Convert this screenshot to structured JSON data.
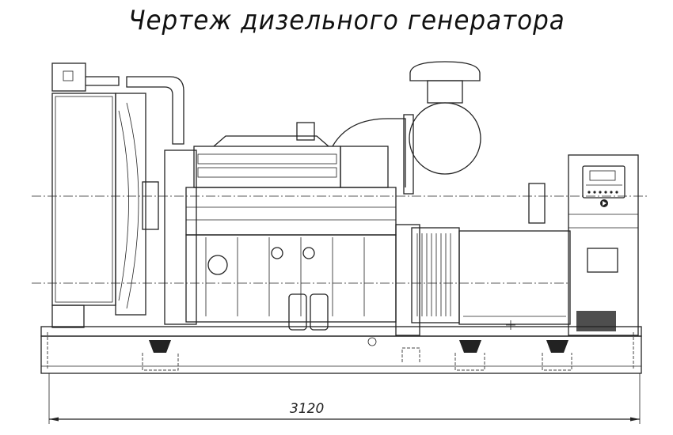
{
  "title": "Чертеж дизельного генератора",
  "dimension": {
    "length_label": "3120",
    "units": "mm"
  },
  "drawing": {
    "subject": "diesel-generator-set",
    "line_color": "#222222",
    "background": "#ffffff",
    "components": [
      "radiator",
      "engine",
      "air-filter",
      "alternator",
      "control-panel",
      "base-frame"
    ]
  }
}
